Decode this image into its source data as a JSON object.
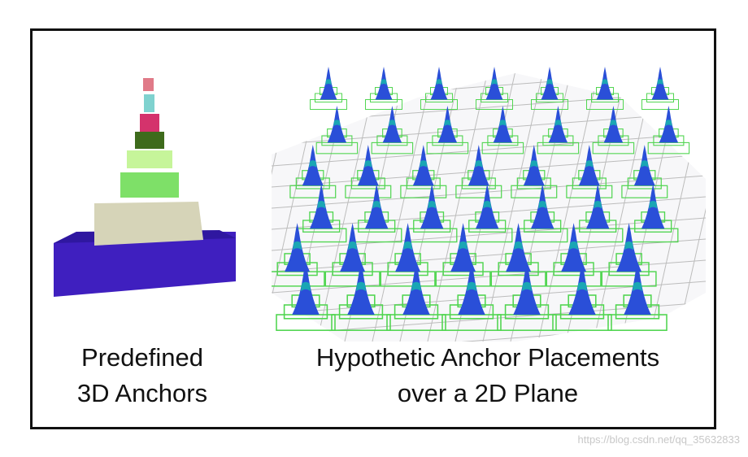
{
  "figure": {
    "left_caption_line1": "Predefined",
    "left_caption_line2": "3D Anchors",
    "right_caption_line1": "Hypothetic Anchor Placements",
    "right_caption_line2": "over a 2D Plane"
  },
  "anchor_stack_colors": [
    "#3f1fbf",
    "#d6d4b8",
    "#7ee068",
    "#c6f59a",
    "#3e6b1c",
    "#d4336c",
    "#7fd2cf",
    "#e07a88"
  ],
  "plane_colors": {
    "grid": "#bcbcbc",
    "anchor_box": "#4fd54f",
    "peak_blue": "#2a4fd8",
    "peak_cyan": "#1aa6b4"
  },
  "watermark": "https://blog.csdn.net/qq_35632833"
}
